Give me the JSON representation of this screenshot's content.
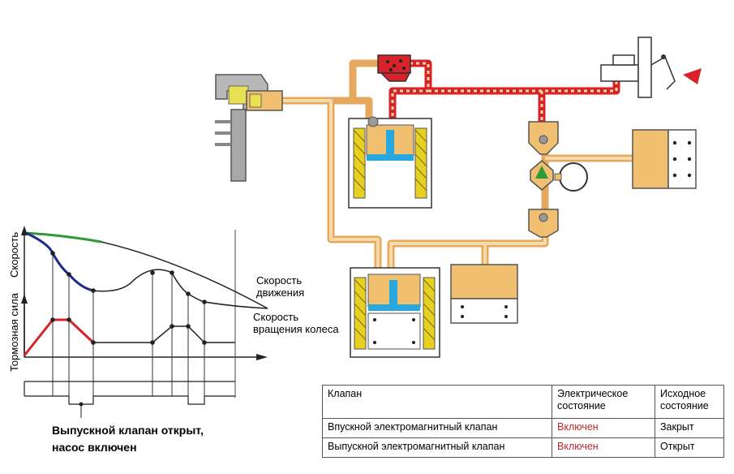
{
  "labels": {
    "speed_axis": "Скорость",
    "brake_force_axis": "Тормозная сила",
    "vehicle_speed_l1": "Скорость",
    "vehicle_speed_l2": "движения",
    "wheel_speed_l1": "Скорость",
    "wheel_speed_l2": "вращения колеса",
    "caption_l1": "Выпускной клапан открыт,",
    "caption_l2": "насос включен"
  },
  "table": {
    "headers": [
      "Клапан",
      "Электрическое состояние",
      "Исходное состояние"
    ],
    "rows": [
      {
        "valve": "Впускной электромагнитный клапан",
        "electric": "Включен",
        "initial": "Закрыт"
      },
      {
        "valve": "Выпускной электромагнитный клапан",
        "electric": "Включен",
        "initial": "Открыт"
      }
    ]
  },
  "colors": {
    "hydraulic_low": "#f5c37d",
    "hydraulic_high": "#d8222a",
    "component": "#f0c070",
    "coil": "#e8d020",
    "piston": "#29a8e0",
    "vehicle_speed_curve": "#2e9a3a",
    "wheel_speed_curve": "#1f2a8f",
    "brake_force_rise": "#d8222a"
  }
}
